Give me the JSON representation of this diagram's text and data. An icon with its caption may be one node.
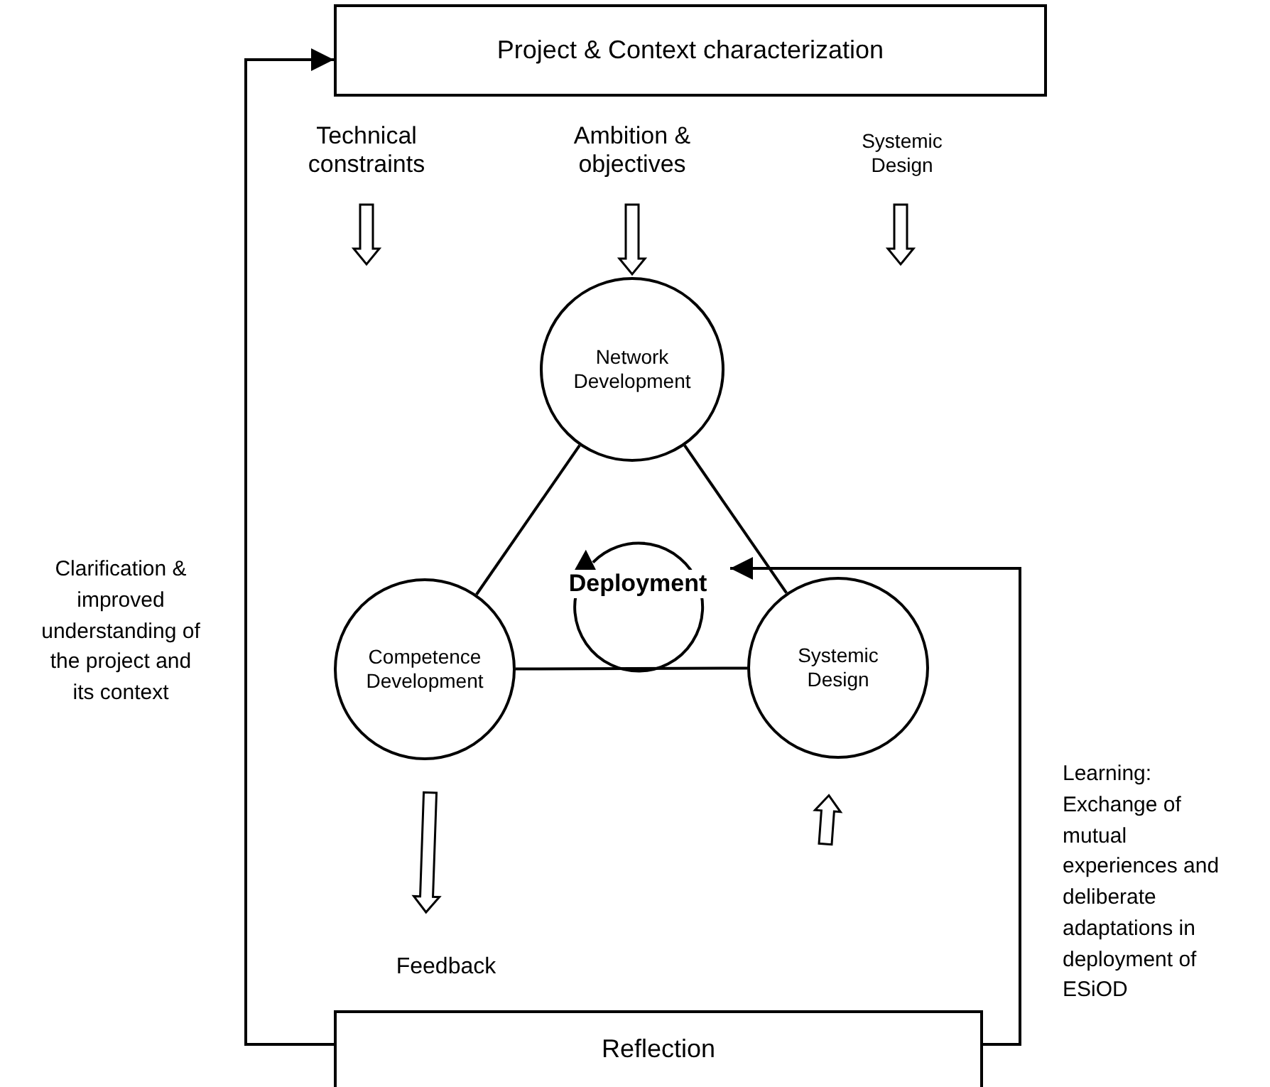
{
  "diagram": {
    "nodes": [
      {
        "text": [
          "Project & Context characterization"
        ]
      },
      {
        "text": [
          "Technical constraints"
        ]
      },
      {
        "text": [
          "Ambition & objectives"
        ]
      },
      {
        "text": [
          "Systemic Design"
        ]
      },
      {
        "text": [
          "Network Development"
        ]
      },
      {
        "text": [
          "Competence Development"
        ]
      },
      {
        "text": [
          "Systemic Design"
        ]
      },
      {
        "text": [
          "Deployment"
        ]
      },
      {
        "text": [
          "Feedback"
        ]
      },
      {
        "text": [
          "Reflection"
        ]
      }
    ],
    "edges": [
      {
        "from": 9,
        "to": 0,
        "arrow": "to",
        "label": "Clarification & improved understanding of the project and its context"
      },
      {
        "from": 9,
        "to": 7,
        "arrow": "to",
        "label": "Learning: Exchange of mutual experiences and deliberate adaptations in deployment of ESiOD"
      },
      {
        "from": 4,
        "to": 5,
        "arrow": "none"
      },
      {
        "from": 4,
        "to": 6,
        "arrow": "none"
      },
      {
        "from": 5,
        "to": 6,
        "arrow": "none"
      },
      {
        "from": 1,
        "to": null,
        "arrow": "to",
        "style": "thick"
      },
      {
        "from": 2,
        "to": 4,
        "arrow": "to",
        "style": "thick"
      },
      {
        "from": 3,
        "to": null,
        "arrow": "to",
        "style": "thick"
      },
      {
        "from": 5,
        "to": 8,
        "arrow": "to",
        "style": "thick"
      },
      {
        "from": null,
        "to": 6,
        "arrow": "to",
        "style": "thick"
      }
    ]
  }
}
